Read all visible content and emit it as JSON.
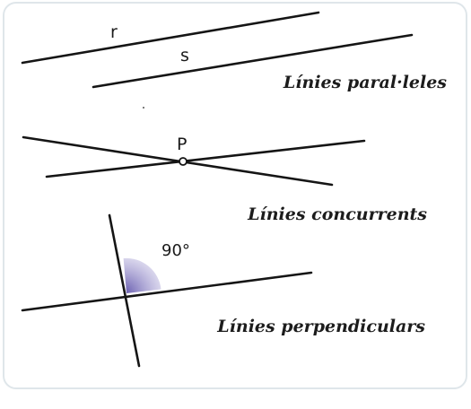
{
  "parallel": {
    "line_r_label": "r",
    "line_s_label": "s",
    "caption": "Línies paral·leles"
  },
  "concurrent": {
    "point_label": "P",
    "caption": "Línies concurrents"
  },
  "perpendicular": {
    "angle_label": "90°",
    "caption": "Línies perpendiculars"
  },
  "colors": {
    "line": "#151515",
    "angle_fill": "#6b5fb0"
  }
}
